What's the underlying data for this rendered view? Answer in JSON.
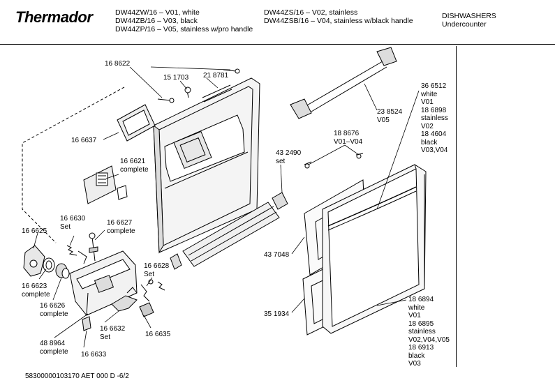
{
  "header": {
    "brand": "Thermador",
    "models_col1": "DW44ZW/16 – V01, white\nDW44ZB/16 – V03, black\nDW44ZP/16 – V05, stainless w/pro handle",
    "models_col2": "DW44ZS/16 – V02, stainless\nDW44ZSB/16 – V04, stainless w/black handle",
    "category": "DISHWASHERS\nUndercounter"
  },
  "labels": {
    "p168622": "16 8622",
    "p151703": "15 1703",
    "p218781": "21 8781",
    "p166637": "16 6637",
    "p166621": "16 6621\ncomplete",
    "p432490": "43 2490\nset",
    "p188676": "18 8676\nV01–V04",
    "p238524": "23 8524\nV05",
    "p366512": "36 6512\nwhite\nV01\n18 6898\nstainless\nV02\n18 4604\nblack\nV03,V04",
    "p166630": "16 6630\nSet",
    "p166627": "16 6627\ncomplete",
    "p166625": "16 6625",
    "p166623": "16 6623\ncomplete",
    "p166626": "16 6626\ncomplete",
    "p166628": "16 6628\nSet",
    "p166632": "16 6632\nSet",
    "p166635": "16 6635",
    "p488964": "48 8964\ncomplete",
    "p166633": "16 6633",
    "p437048": "43 7048",
    "p351934": "35 1934",
    "p186894": "18 6894\nwhite\nV01\n18 6895\nstainless\nV02,V04,V05\n18 6913\nblack\nV03"
  },
  "footer": "58300000103170 AET 000 D -6/2"
}
